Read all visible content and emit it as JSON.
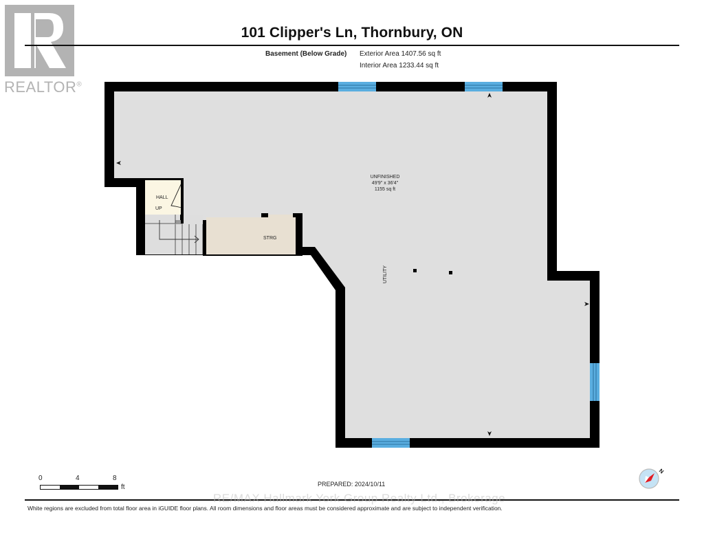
{
  "logo": {
    "name": "REALTOR",
    "mark": "R",
    "registered": "®",
    "color": "#b3b3b3"
  },
  "header": {
    "title": "101 Clipper's Ln, Thornbury, ON",
    "level_label": "Basement (Below Grade)",
    "exterior_area": "Exterior Area 1407.56 sq ft",
    "interior_area": "Interior Area 1233.44 sq ft"
  },
  "rooms": {
    "unfinished": {
      "name": "UNFINISHED",
      "dimensions": "49'9\" x 36'4\"",
      "area": "1155 sq ft"
    },
    "hall": {
      "name": "HALL"
    },
    "stairs": {
      "label": "UP"
    },
    "storage": {
      "name": "STRG"
    },
    "utility": {
      "name": "UTILITY"
    }
  },
  "colors": {
    "wall": "#000000",
    "floor_unfinished": "#dfdfdf",
    "floor_hall": "#fbf6e3",
    "floor_storage": "#e8e0d2",
    "window": "#5aaee0"
  },
  "scale": {
    "ticks": [
      "0",
      "4",
      "8"
    ],
    "unit": "ft"
  },
  "footer": {
    "prepared": "PREPARED: 2024/10/11",
    "watermark": "RE/MAX Hallmark York Group Realty Ltd., Brokerage",
    "disclaimer": "White regions are excluded from total floor area in iGUIDE floor plans. All room dimensions and floor areas must be considered approximate and are subject to independent verification."
  },
  "compass": {
    "label": "N"
  }
}
